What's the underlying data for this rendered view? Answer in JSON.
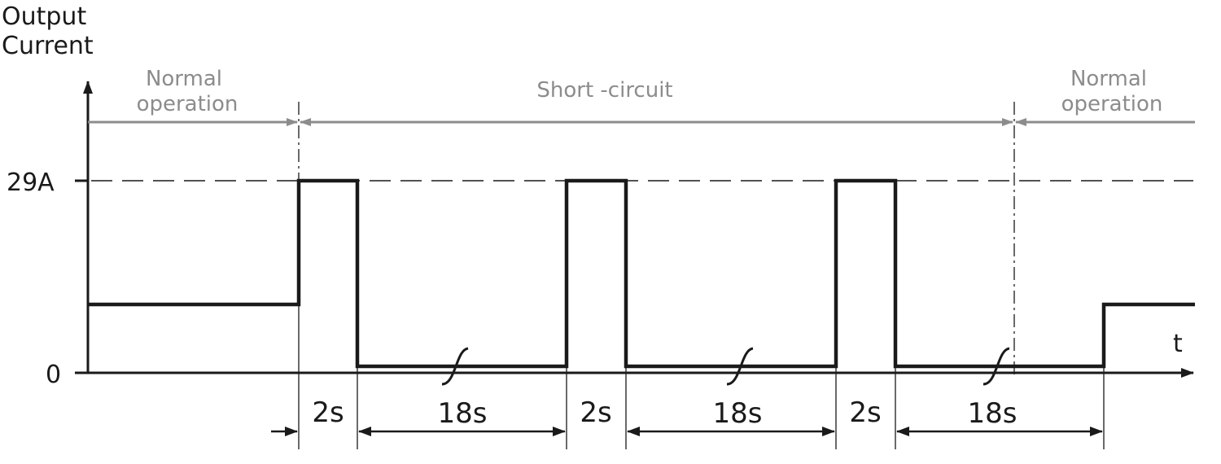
{
  "axes": {
    "y_label_line1": "Output",
    "y_label_line2": "Current",
    "x_label": "t",
    "y_ticks": [
      "29A",
      "0"
    ]
  },
  "regions": [
    {
      "label_line1": "Normal",
      "label_line2": "operation"
    },
    {
      "label_line1": "Short -circuit",
      "label_line2": ""
    },
    {
      "label_line1": "Normal",
      "label_line2": "operation"
    }
  ],
  "durations": [
    "2s",
    "18s",
    "2s",
    "18s",
    "2s",
    "18s"
  ],
  "colors": {
    "line": "#1a1a1a",
    "region_arrow": "#8c8c8c"
  }
}
